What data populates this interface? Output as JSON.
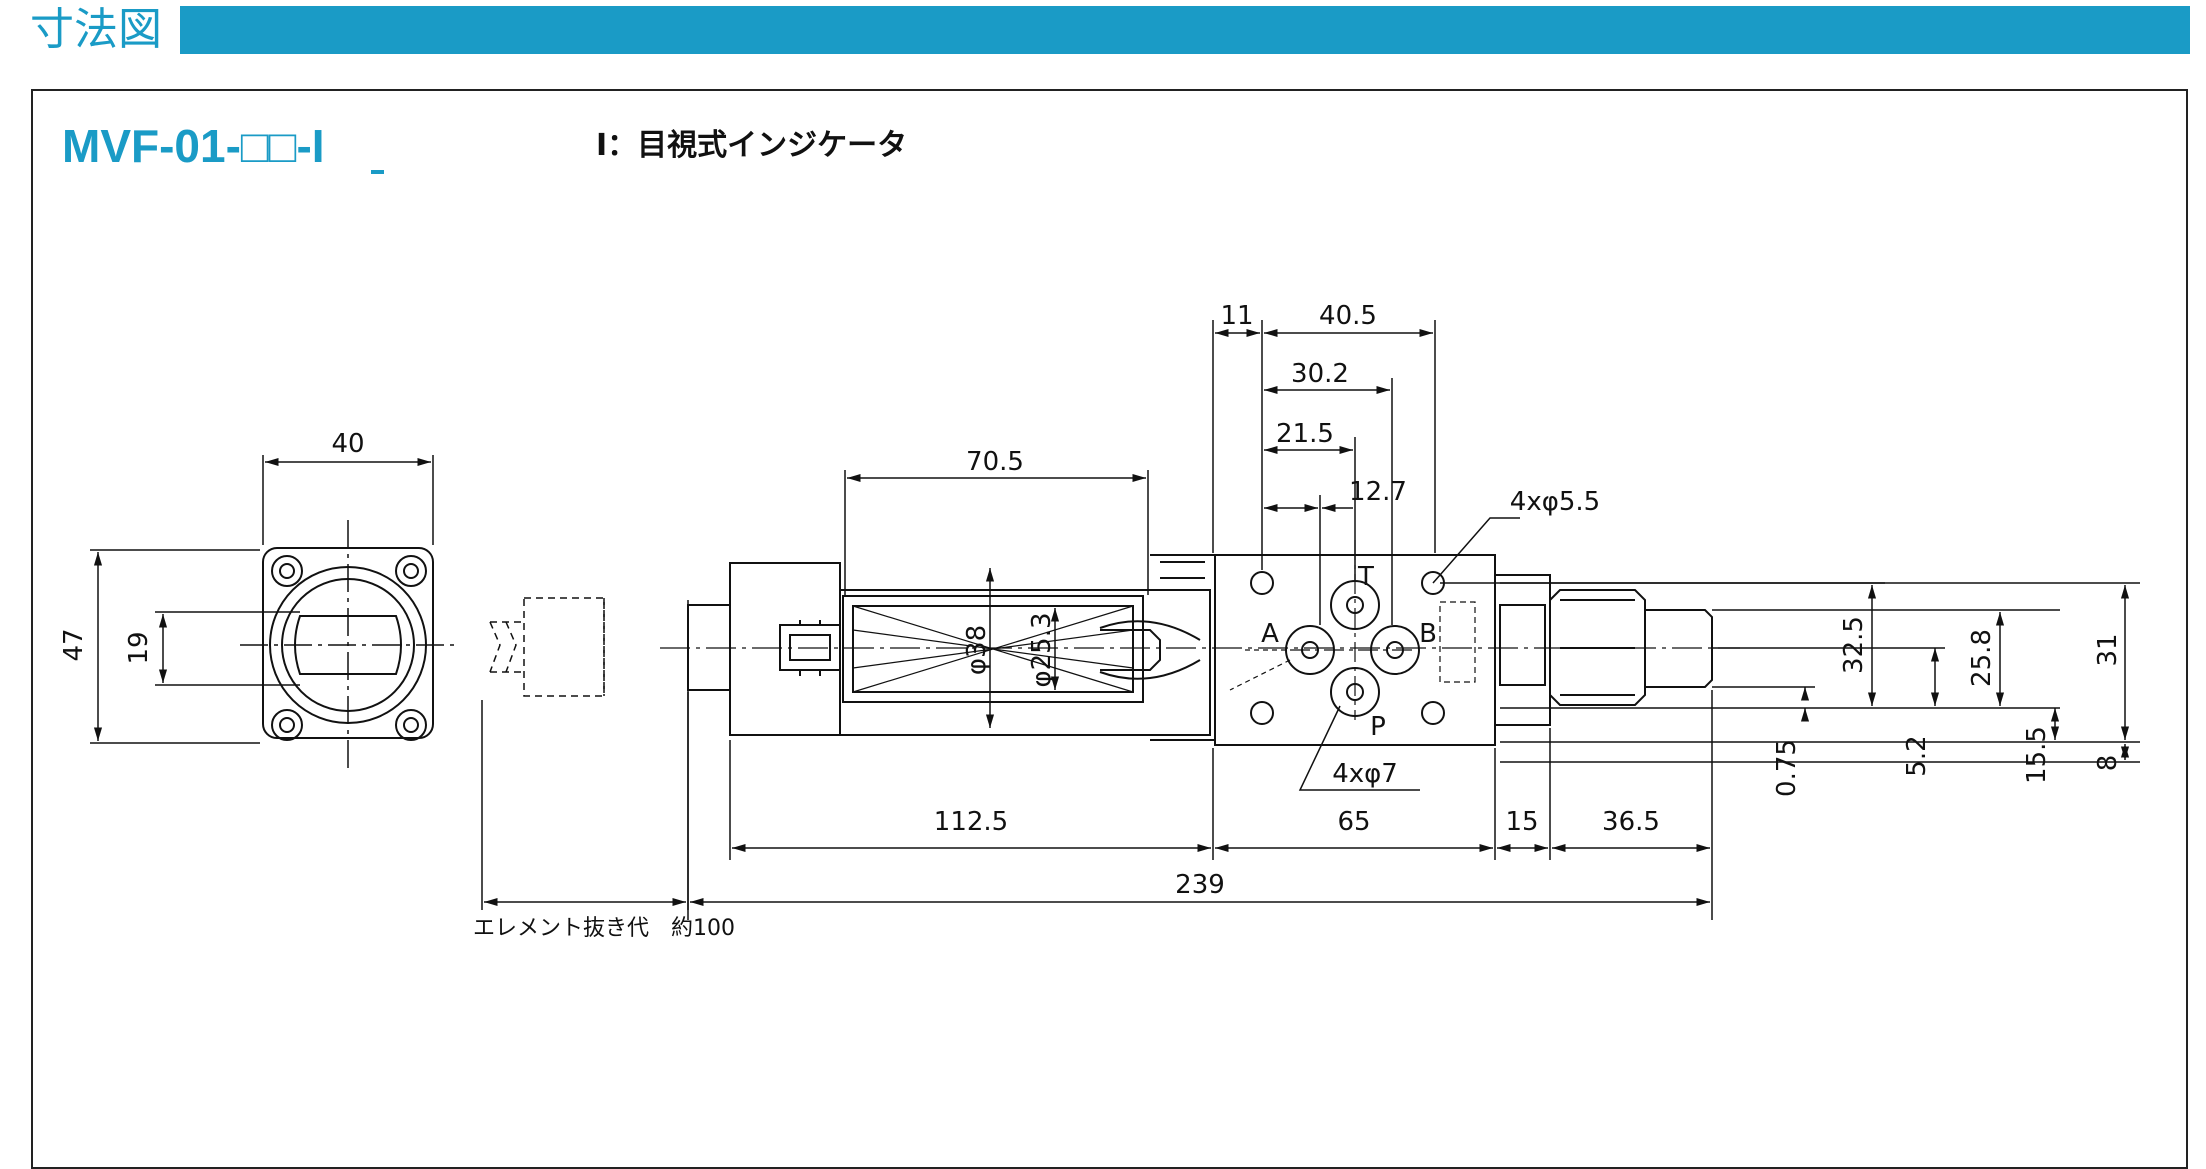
{
  "header": {
    "title": "寸法図"
  },
  "model": {
    "code": "MVF-01-□□-I"
  },
  "indicator": {
    "text": "I：目視式インジケータ"
  },
  "ports": {
    "t": "T",
    "a": "A",
    "b": "B",
    "p": "P"
  },
  "dims": {
    "front_width": "40",
    "front_height": "47",
    "front_bore": "19",
    "top_11": "11",
    "top_40_5": "40.5",
    "top_30_2": "30.2",
    "top_21_5": "21.5",
    "top_12_7": "12.7",
    "holes_5_5": "4xφ5.5",
    "holes_7": "4xφ7",
    "len_70_5": "70.5",
    "dia_38": "φ38",
    "dia_25_3": "φ25.3",
    "len_112_5": "112.5",
    "len_65": "65",
    "len_15": "15",
    "len_36_5": "36.5",
    "len_239": "239",
    "removal": "エレメント抜き代　約100",
    "r_32_5": "32.5",
    "r_25_8": "25.8",
    "r_31": "31",
    "r_0_75": "0.75",
    "r_5_2": "5.2",
    "r_15_5": "15.5",
    "r_8": "8"
  },
  "colors": {
    "accent": "#1a9bc6",
    "line": "#111111"
  }
}
